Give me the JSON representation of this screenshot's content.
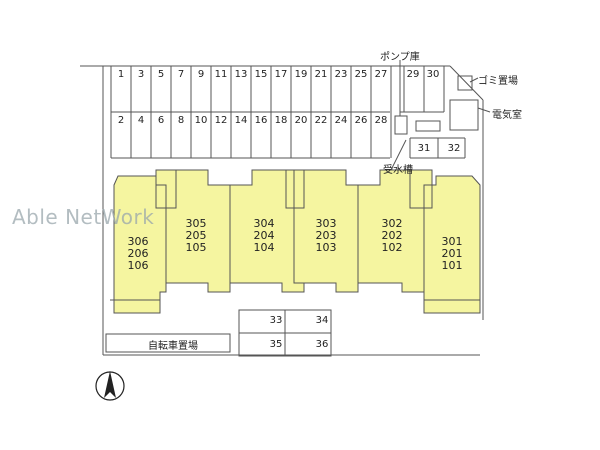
{
  "watermark": "Able NetWork",
  "parking_top_row": [
    "1",
    "3",
    "5",
    "7",
    "9",
    "11",
    "13",
    "15",
    "17",
    "19",
    "21",
    "23",
    "25",
    "27",
    "29",
    "30"
  ],
  "parking_bottom_row": [
    "2",
    "4",
    "6",
    "8",
    "10",
    "12",
    "14",
    "16",
    "18",
    "20",
    "22",
    "24",
    "26",
    "28"
  ],
  "parking_extra": [
    "31",
    "32"
  ],
  "parking_lower": [
    "33",
    "34",
    "35",
    "36"
  ],
  "facilities": {
    "pump_room": "ポンプ庫",
    "garbage": "ゴミ置場",
    "electric_room": "電気室",
    "water_tank": "受水槽",
    "bicycle_parking": "自転車置場"
  },
  "units": [
    "306\n206\n106",
    "305\n205\n105",
    "304\n204\n104",
    "303\n203\n103",
    "302\n202\n102",
    "301\n201\n101"
  ],
  "colors": {
    "building": "#f5f5a0",
    "line": "#555555",
    "watermark": "#9aa7ad"
  },
  "compass_icon": "north-arrow-icon"
}
